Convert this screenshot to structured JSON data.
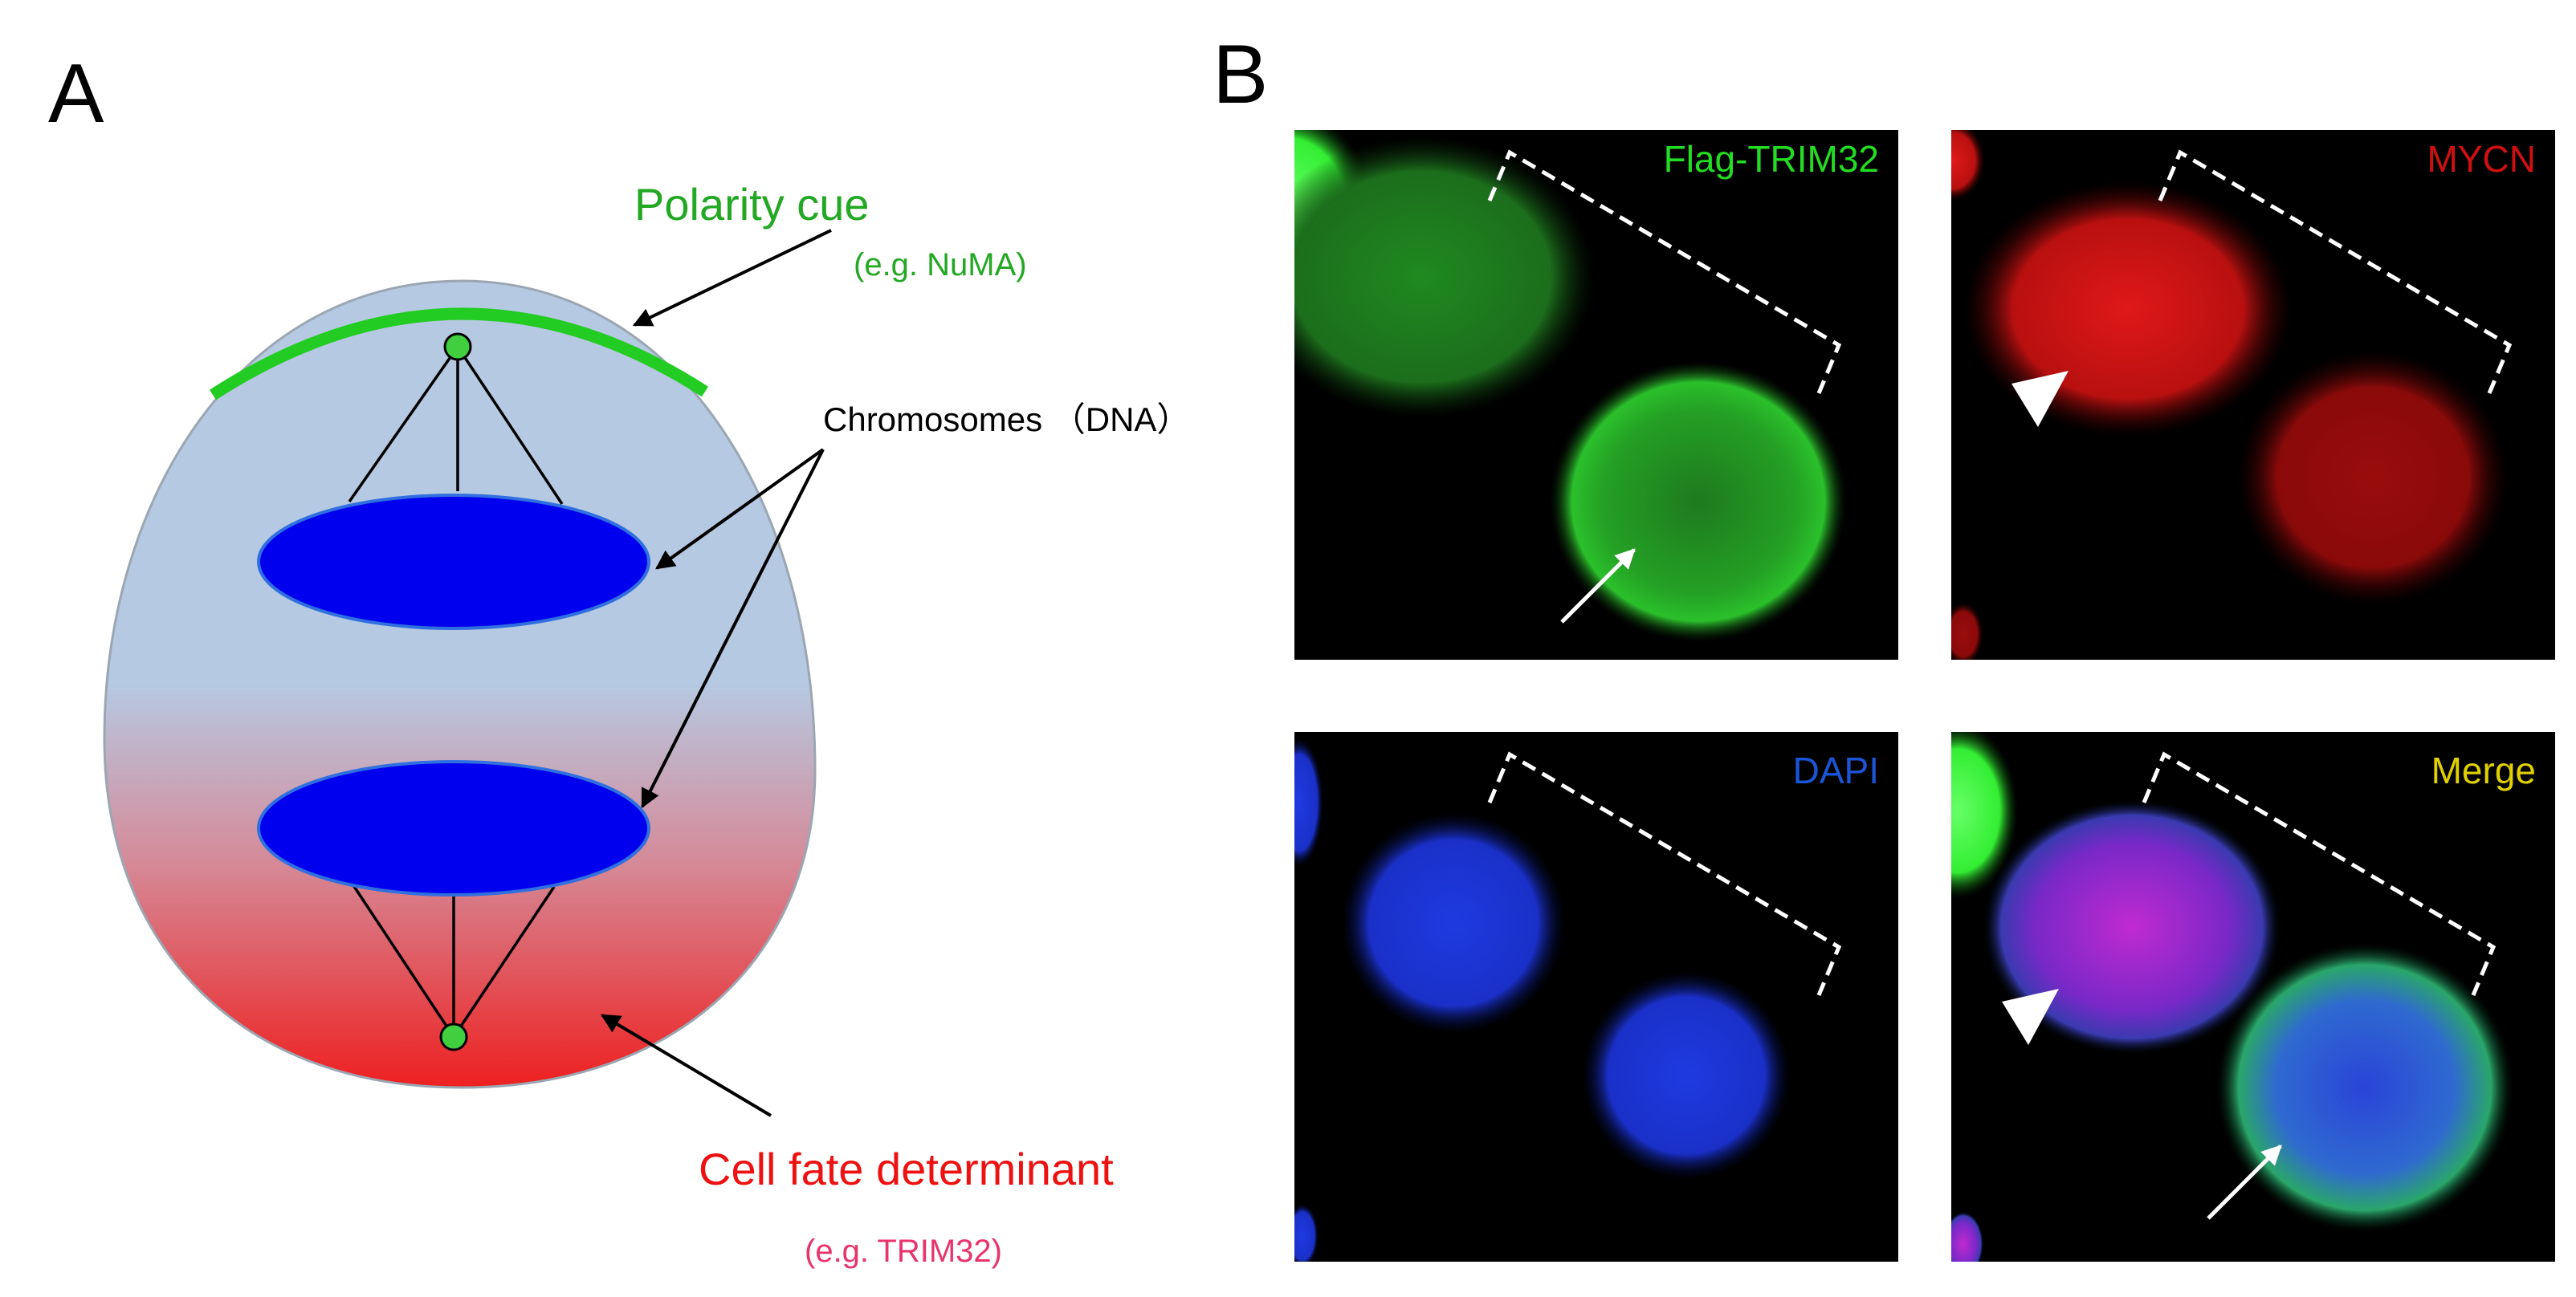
{
  "panel_a": {
    "letter": "A",
    "polarity_cue": {
      "label": "Polarity cue",
      "example": "(e.g. NuMA)",
      "color": "#22a822"
    },
    "chromosomes": {
      "label": "Chromosomes （DNA）",
      "color": "#0000ee"
    },
    "cell_fate": {
      "label": "Cell fate determinant",
      "example": "(e.g. TRIM32)",
      "color": "#ee1111",
      "example_color": "#e8336b"
    },
    "cell_top_color": "#b6c9e2",
    "cell_bottom_color": "#ee2a2a",
    "centrosome_color": "#3fcf3f"
  },
  "panel_b": {
    "letter": "B",
    "images": [
      {
        "channel": "Flag-TRIM32",
        "color": "#22dd22",
        "marker": "arrow"
      },
      {
        "channel": "MYCN",
        "color": "#d01010",
        "marker": "arrowhead"
      },
      {
        "channel": "DAPI",
        "color": "#1a55d8",
        "marker": "none"
      },
      {
        "channel": "Merge",
        "color": "#e0d000",
        "marker": "arrow-and-arrowhead"
      }
    ]
  }
}
